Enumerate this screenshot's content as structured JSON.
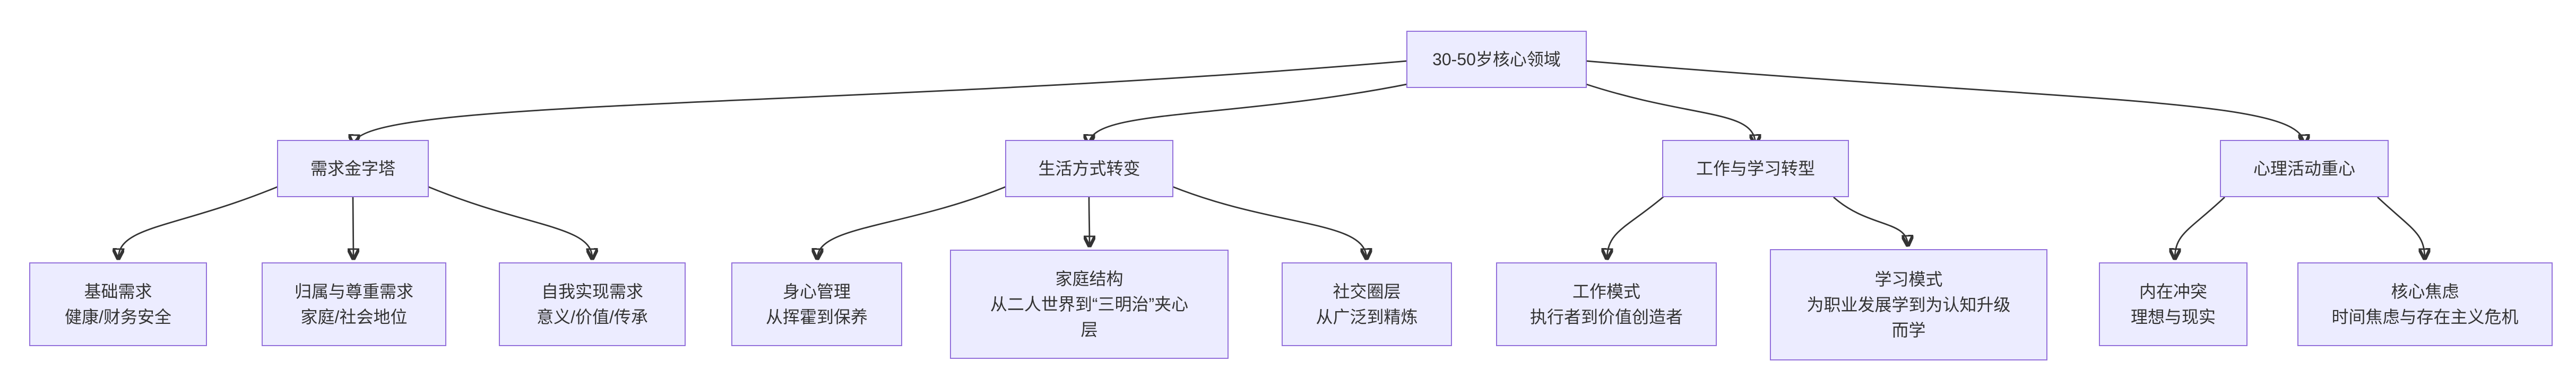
{
  "diagram": {
    "type": "flowchart-top-down",
    "colors": {
      "node_fill": "#ECECFF",
      "node_border": "#9370DB",
      "edge": "#333333",
      "text": "#333333"
    },
    "nodes": {
      "root": {
        "label": "30-50岁核心领域"
      },
      "n1": {
        "label": "需求金字塔"
      },
      "n2": {
        "label": "生活方式转变"
      },
      "n3": {
        "label": "工作与学习转型"
      },
      "n4": {
        "label": "心理活动重心"
      },
      "c1": {
        "lines": [
          "基础需求",
          "健康/财务安全"
        ]
      },
      "c2": {
        "lines": [
          "归属与尊重需求",
          "家庭/社会地位"
        ]
      },
      "c3": {
        "lines": [
          "自我实现需求",
          "意义/价值/传承"
        ]
      },
      "c4": {
        "lines": [
          "身心管理",
          "从挥霍到保养"
        ]
      },
      "c5": {
        "lines": [
          "家庭结构",
          "从二人世界到“三明治”夹心",
          "层"
        ]
      },
      "c6": {
        "lines": [
          "社交圈层",
          "从广泛到精炼"
        ]
      },
      "c7": {
        "lines": [
          "工作模式",
          "执行者到价值创造者"
        ]
      },
      "c8": {
        "lines": [
          "学习模式",
          "为职业发展学到为认知升级",
          "而学"
        ]
      },
      "c9": {
        "lines": [
          "内在冲突",
          "理想与现实"
        ]
      },
      "c10": {
        "lines": [
          "核心焦虑",
          "时间焦虑与存在主义危机"
        ]
      }
    },
    "edges": [
      {
        "from": "root",
        "to": "n1"
      },
      {
        "from": "root",
        "to": "n2"
      },
      {
        "from": "root",
        "to": "n3"
      },
      {
        "from": "root",
        "to": "n4"
      },
      {
        "from": "n1",
        "to": "c1"
      },
      {
        "from": "n1",
        "to": "c2"
      },
      {
        "from": "n1",
        "to": "c3"
      },
      {
        "from": "n2",
        "to": "c4"
      },
      {
        "from": "n2",
        "to": "c5"
      },
      {
        "from": "n2",
        "to": "c6"
      },
      {
        "from": "n3",
        "to": "c7"
      },
      {
        "from": "n3",
        "to": "c8"
      },
      {
        "from": "n4",
        "to": "c9"
      },
      {
        "from": "n4",
        "to": "c10"
      }
    ]
  }
}
